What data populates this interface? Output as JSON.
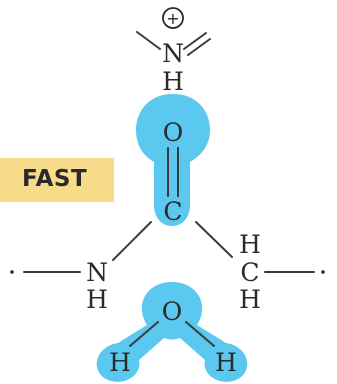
{
  "label": {
    "text": "FAST",
    "bg_color": "#f8dc8c"
  },
  "highlight_color": "#5bc8ef",
  "atoms": {
    "n_top": "N",
    "n_top_h": "H",
    "charge": "+",
    "carbonyl_o": "O",
    "carbon": "C",
    "amide_n": "N",
    "amide_h": "H",
    "ca_c": "C",
    "ca_h_top": "H",
    "ca_h_bottom": "H",
    "water_o": "O",
    "water_h_left": "H",
    "water_h_right": "H"
  }
}
